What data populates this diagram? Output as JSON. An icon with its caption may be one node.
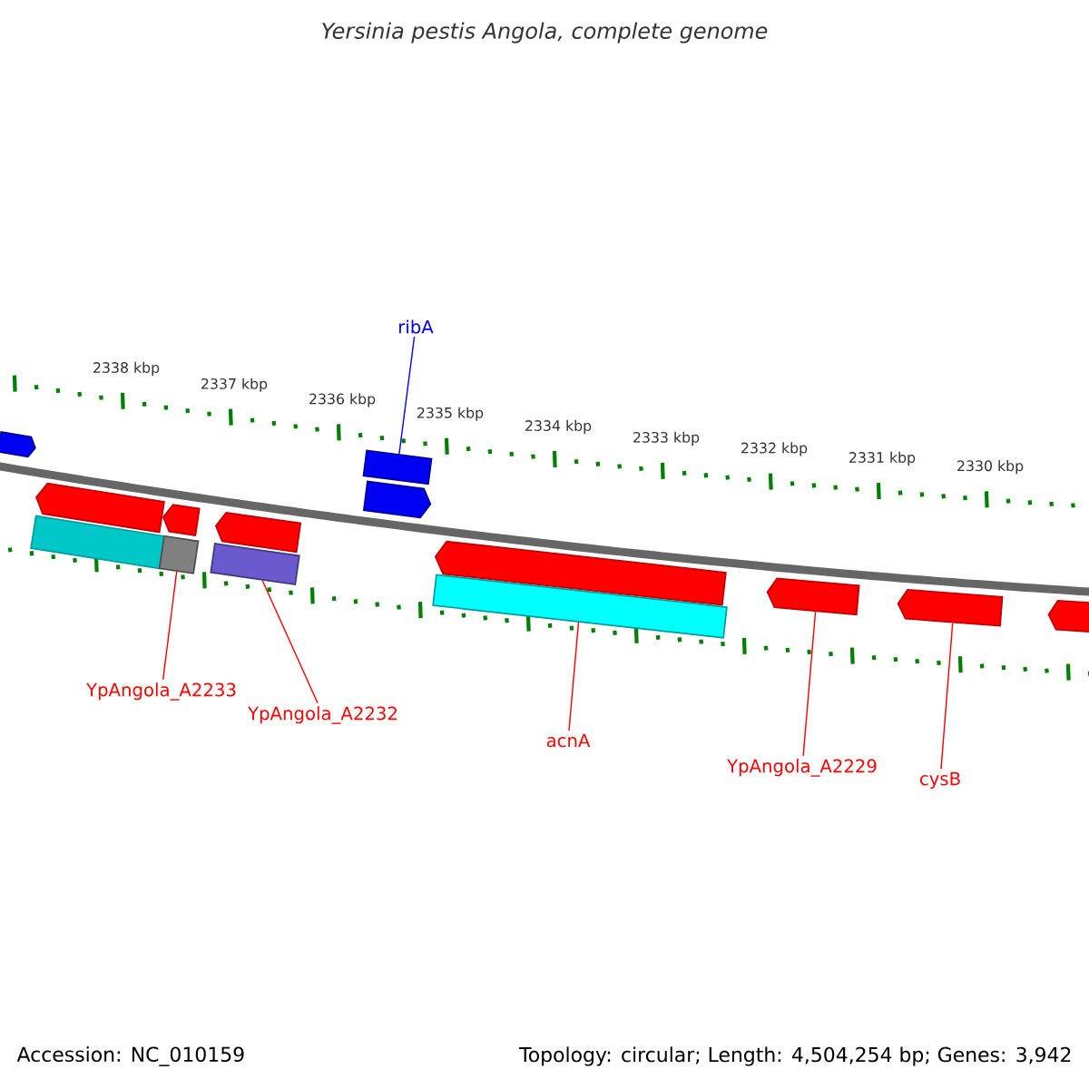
{
  "diagram": {
    "title": "Yersinia pestis Angola, complete genome",
    "nodes": [
      {
        "text": [
          "ribA"
        ]
      },
      {
        "text": [],
        "shape": "box"
      },
      {
        "text": [
          "YpAngola_A2233"
        ]
      },
      {
        "text": [],
        "shape": "box"
      },
      {
        "text": [
          "YpAngola_A2232"
        ]
      },
      {
        "text": [],
        "shape": "box"
      },
      {
        "text": [
          "acnA"
        ]
      },
      {
        "text": [],
        "shape": "box"
      },
      {
        "text": [
          "YpAngola_A2229"
        ]
      },
      {
        "text": [],
        "shape": "arrow"
      },
      {
        "text": [
          "cysB"
        ]
      },
      {
        "text": [],
        "shape": "arrow"
      },
      {
        "text": [],
        "shape": "arrow"
      },
      {
        "text": [],
        "shape": "arrow"
      },
      {
        "text": [],
        "shape": "arrow"
      },
      {
        "text": [],
        "shape": "arrow"
      },
      {
        "text": [],
        "shape": "arrow"
      },
      {
        "text": [],
        "shape": "box"
      },
      {
        "text": [],
        "shape": "arrow"
      },
      {
        "text": [],
        "shape": "arrow"
      }
    ],
    "edges": [
      {
        "from": 0,
        "to": 1,
        "arrow": "none",
        "color": "#0000ff"
      },
      {
        "from": 2,
        "to": 3,
        "arrow": "none"
      },
      {
        "from": 4,
        "to": 5,
        "arrow": "none"
      },
      {
        "from": 6,
        "to": 7,
        "arrow": "none"
      },
      {
        "from": 8,
        "to": 9,
        "arrow": "none"
      },
      {
        "from": 10,
        "to": 11,
        "arrow": "none"
      }
    ],
    "labels": [
      "2338 kbp",
      "2337 kbp",
      "2336 kbp",
      "2335 kbp",
      "2334 kbp",
      "2333 kbp",
      "2332 kbp",
      "2331 kbp",
      "2330 kbp",
      "Accession: NC_010159",
      "Topology: circular; Length: 4,504,254 bp; Genes: 3,942"
    ]
  }
}
